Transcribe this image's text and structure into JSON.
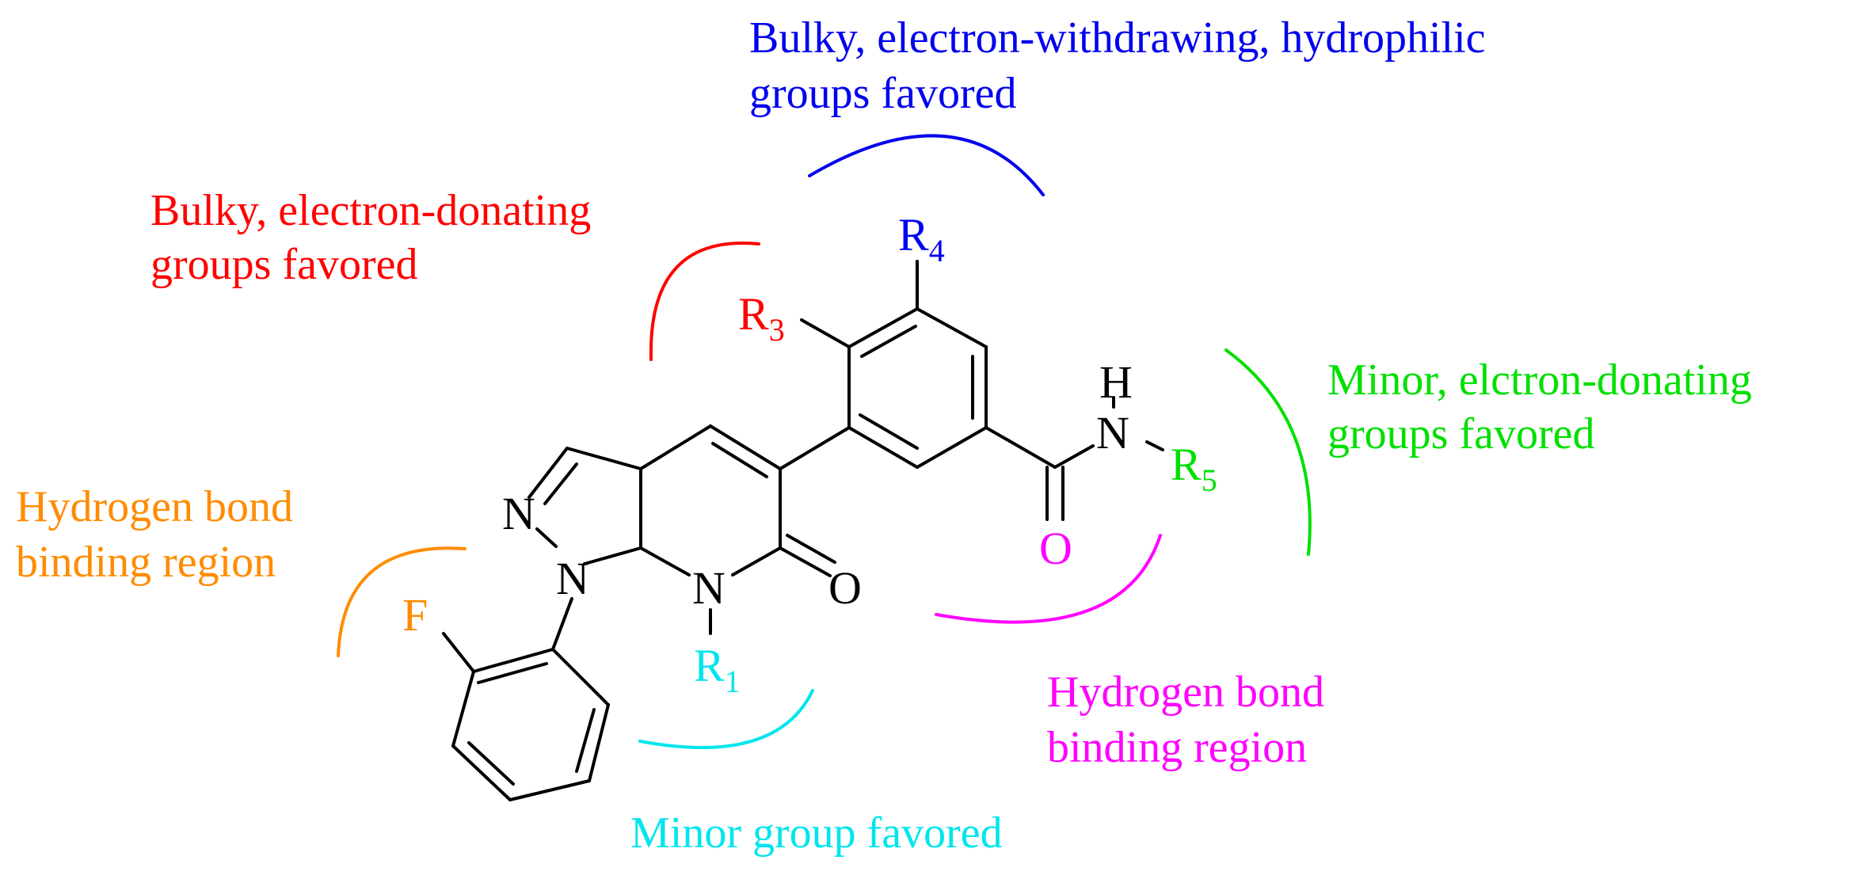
{
  "colors": {
    "bond": "#000000",
    "r1": "#00e5ee",
    "r3": "#ff0000",
    "r4": "#0000ee",
    "r5": "#00e000",
    "carbonyl_o": "#ff00ff",
    "fluorine": "#ff8c00"
  },
  "annotations": {
    "r4_line1": "Bulky, electron-withdrawing, hydrophilic",
    "r4_line2": "groups favored",
    "r3_line1": "Bulky, electron-donating",
    "r3_line2": "groups favored",
    "r5_line1": "Minor, elctron-donating",
    "r5_line2": "groups favored",
    "fluoro_line1": "Hydrogen bond",
    "fluoro_line2": "binding region",
    "amide_line1": "Hydrogen bond",
    "amide_line2": "binding region",
    "r1_line1": "Minor group favored"
  },
  "atoms": {
    "n_pyrazole_2": "N",
    "n_pyrazole_1": "N",
    "n_pyridone": "N",
    "o_pyridone": "O",
    "f": "F",
    "r1": "R",
    "r1_sub": "1",
    "r3": "R",
    "r3_sub": "3",
    "r4": "R",
    "r4_sub": "4",
    "r5": "R",
    "r5_sub": "5",
    "n_amide": "N",
    "h_amide": "H",
    "o_amide": "O"
  }
}
